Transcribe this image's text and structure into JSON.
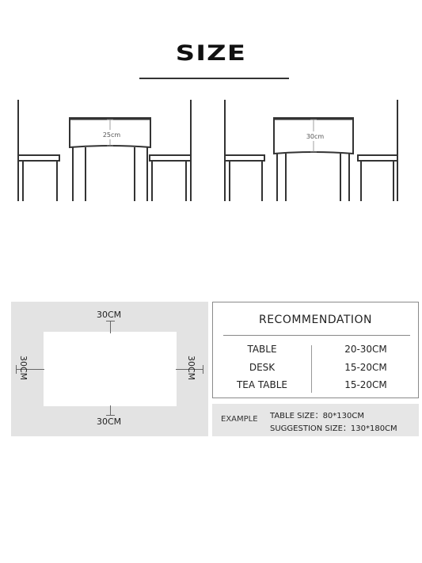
{
  "title": "SIZE",
  "scenes": [
    {
      "drop_label": "25cm"
    },
    {
      "drop_label": "30cm"
    }
  ],
  "border_diagram": {
    "top_label": "30CM",
    "bottom_label": "30CM",
    "left_label": "30CM",
    "right_label": "30CM"
  },
  "recommendation": {
    "title": "RECOMMENDATION",
    "rows": [
      {
        "type": "TABLE",
        "drop": "20-30CM"
      },
      {
        "type": "DESK",
        "drop": "15-20CM"
      },
      {
        "type": "TEA TABLE",
        "drop": "15-20CM"
      }
    ]
  },
  "example": {
    "label": "EXAMPLE",
    "table_size": "TABLE SIZE：80*130CM",
    "suggestion_size": "SUGGESTION SIZE：130*180CM"
  }
}
